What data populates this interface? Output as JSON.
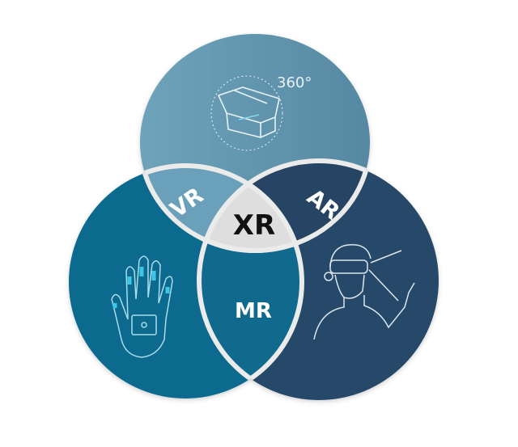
{
  "diagram": {
    "type": "venn",
    "sets": [
      {
        "id": "top",
        "icon": "vr-headset-360-icon",
        "label": "360°",
        "color": "#6399b2"
      },
      {
        "id": "left",
        "icon": "haptic-glove-hand-icon",
        "color": "#0e6a8f"
      },
      {
        "id": "right",
        "icon": "person-with-ar-glasses-icon",
        "color": "#284a6b"
      }
    ],
    "intersections": {
      "top_left": {
        "label": "VR",
        "color": "#6aa0b9"
      },
      "top_right": {
        "label": "AR",
        "color": "#264565"
      },
      "left_right": {
        "label": "MR",
        "color": "#0f6a8e"
      },
      "all": {
        "label": "XR",
        "color": "#dedede"
      }
    },
    "border_color": "#ebebeb"
  }
}
